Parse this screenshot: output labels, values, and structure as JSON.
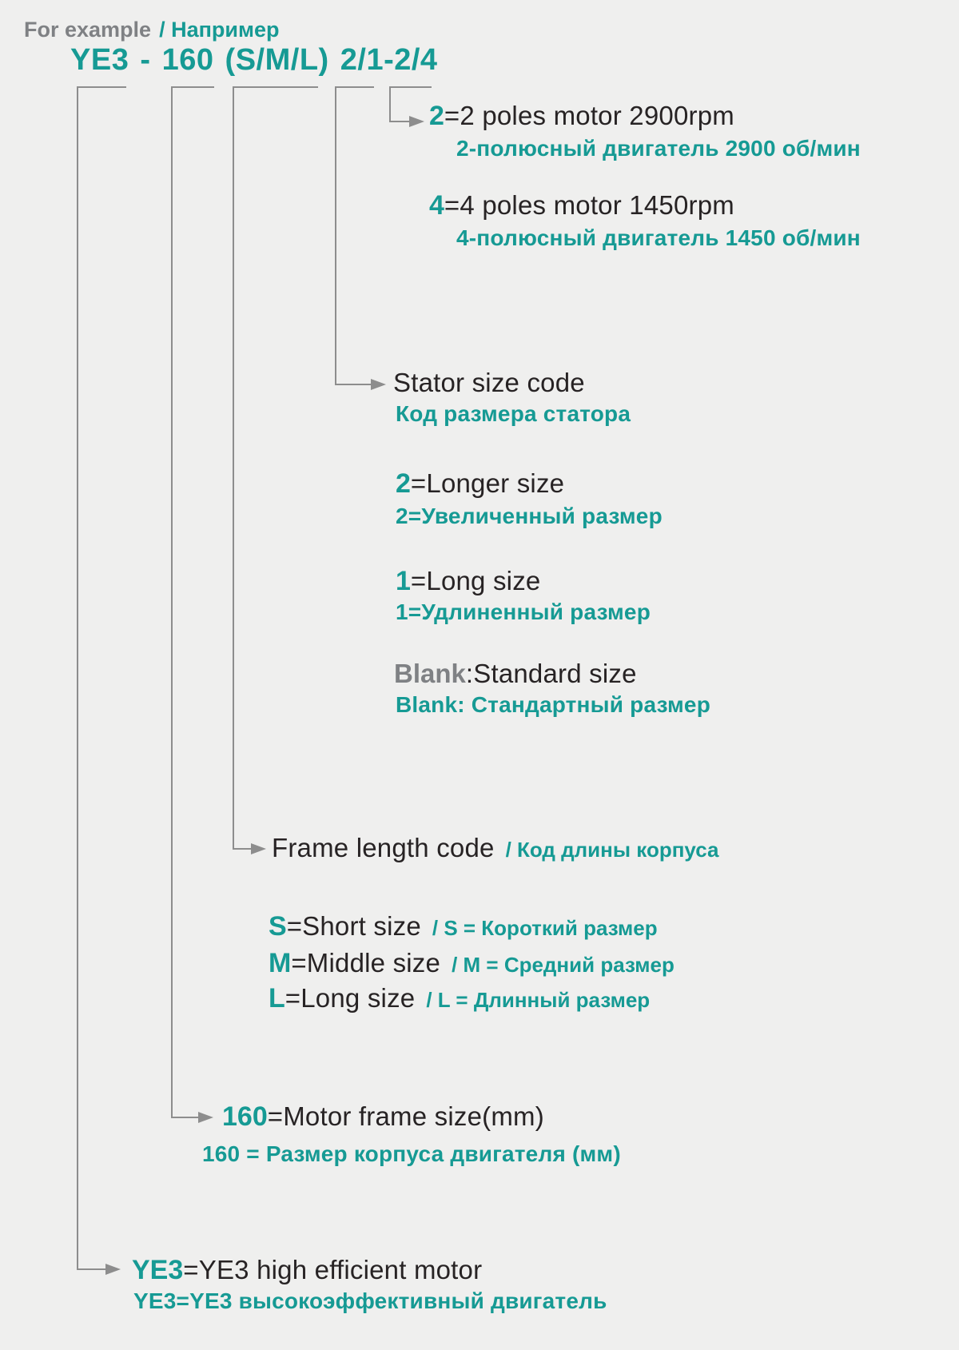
{
  "colors": {
    "accent_teal": "#169a94",
    "text_dark": "#272324",
    "muted_gray": "#7f8184",
    "line_gray": "#8d8d8d",
    "background": "#efefee"
  },
  "header": {
    "example_en": "For example",
    "example_ru": "/ Например",
    "model_code": "YE3 - 160 (S/M/L) 2/1-2/4"
  },
  "poles": {
    "p2": {
      "key": "2",
      "en": "=2 poles motor 2900rpm",
      "ru": "2-полюсный двигатель 2900 об/мин"
    },
    "p4": {
      "key": "4",
      "en": "=4 poles motor 1450rpm",
      "ru": "4-полюсный двигатель 1450 об/мин"
    }
  },
  "stator": {
    "title_en": "Stator size code",
    "title_ru": "Код размера статора",
    "longer": {
      "key": "2",
      "en": "=Longer size",
      "ru": "2=Увеличенный размер"
    },
    "long": {
      "key": "1",
      "en": "=Long size",
      "ru": "1=Удлиненный размер"
    },
    "blank": {
      "key": "Blank",
      "en": ":Standard size",
      "ru": "Blank: Стандартный размер"
    }
  },
  "frame_length": {
    "title_en": "Frame length code",
    "title_ru": "/ Код длины корпуса",
    "s": {
      "key": "S",
      "en": "=Short size",
      "ru": "/ S = Короткий размер"
    },
    "m": {
      "key": "M",
      "en": "=Middle size",
      "ru": "/ M = Средний размер"
    },
    "l": {
      "key": "L",
      "en": "=Long size",
      "ru": "/ L = Длинный размер"
    }
  },
  "motor_frame": {
    "key": "160",
    "en": "=Motor frame size(mm)",
    "ru": "160 = Размер корпуса двигателя (мм)"
  },
  "series": {
    "key": "YE3",
    "en": "=YE3 high efficient motor",
    "ru": "YE3=YE3 высокоэффективный двигатель"
  }
}
